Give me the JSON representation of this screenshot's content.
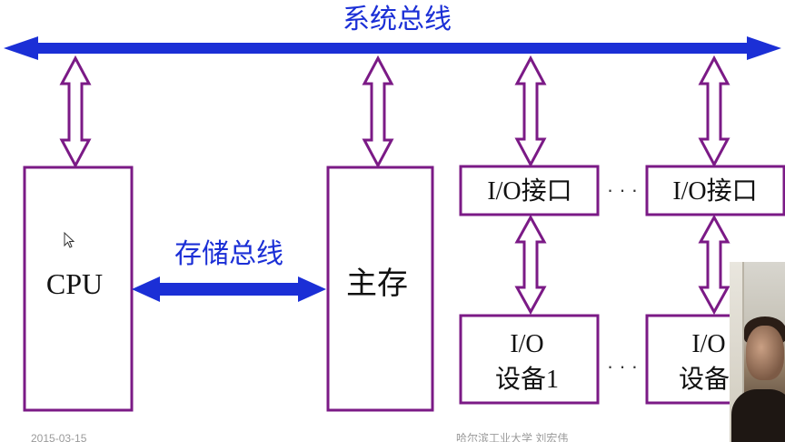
{
  "diagram": {
    "system_bus_label": "系统总线",
    "storage_bus_label": "存储总线",
    "cpu_label": "CPU",
    "memory_label": "主存",
    "io_interface_1_label": "I/O接口",
    "io_interface_2_label": "I/O接口",
    "io_device_1_line1": "I/O",
    "io_device_1_line2": "设备1",
    "io_device_2_line1": "I/O",
    "io_device_2_line2": "设备",
    "ellipsis_top": "· · ·",
    "ellipsis_bottom": "· · ·"
  },
  "footer": {
    "date": "2015-03-15",
    "author": "哈尔滨工业大学  刘宏伟"
  },
  "colors": {
    "bus_blue": "#1b2fd6",
    "box_purple": "#7b1a86",
    "arrow_purple": "#7b1a86"
  },
  "icons": {
    "cursor": "mouse-pointer-icon"
  }
}
